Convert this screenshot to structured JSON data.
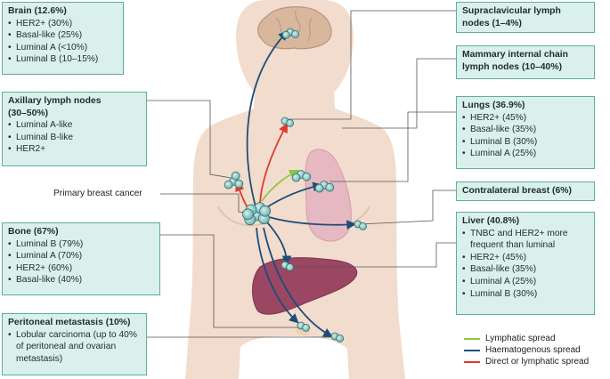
{
  "colors": {
    "lymphatic": "#8cc63f",
    "haematogenous": "#1e4d78",
    "direct": "#e03a2a",
    "box_fill": "#d9f0ec",
    "box_border": "#5fae9e",
    "body": "#f2dccd"
  },
  "boxes": {
    "brain": {
      "title": "Brain (12.6%)",
      "items": [
        "HER2+ (30%)",
        "Basal-like (25%)",
        "Luminal A (<10%)",
        "Luminal B (10–15%)"
      ]
    },
    "axillary": {
      "title": "Axillary lymph nodes (30–50%)",
      "items": [
        "Luminal A-like",
        "Luminal B-like",
        "HER2+"
      ]
    },
    "bone": {
      "title": "Bone (67%)",
      "items": [
        "Luminal B (79%)",
        "Luminal A (70%)",
        "HER2+ (60%)",
        "Basal-like (40%)"
      ]
    },
    "peritoneal": {
      "title": "Peritoneal metastasis (10%)",
      "items": [
        "Lobular carcinoma (up to 40% of peritoneal and ovarian metastasis)"
      ]
    },
    "supraclavicular": {
      "title": "Supraclavicular lymph nodes (1–4%)"
    },
    "mammary": {
      "title": "Mammary internal chain lymph nodes (10–40%)"
    },
    "lungs": {
      "title": "Lungs (36.9%)",
      "items": [
        "HER2+ (45%)",
        "Basal-like (35%)",
        "Luminal B (30%)",
        "Luminal A (25%)"
      ]
    },
    "contralateral": {
      "title": "Contralateral breast (6%)"
    },
    "liver": {
      "title": "Liver (40.8%)",
      "items": [
        "TNBC and HER2+ more frequent than luminal",
        "HER2+ (45%)",
        "Basal-like (35%)",
        "Luminal A (25%)",
        "Luminal B (30%)"
      ]
    }
  },
  "primary_label": "Primary breast cancer",
  "legend": [
    {
      "label": "Lymphatic spread",
      "color": "#8cc63f"
    },
    {
      "label": "Haematogenous spread",
      "color": "#1e4d78"
    },
    {
      "label": "Direct or lymphatic spread",
      "color": "#e03a2a"
    }
  ]
}
